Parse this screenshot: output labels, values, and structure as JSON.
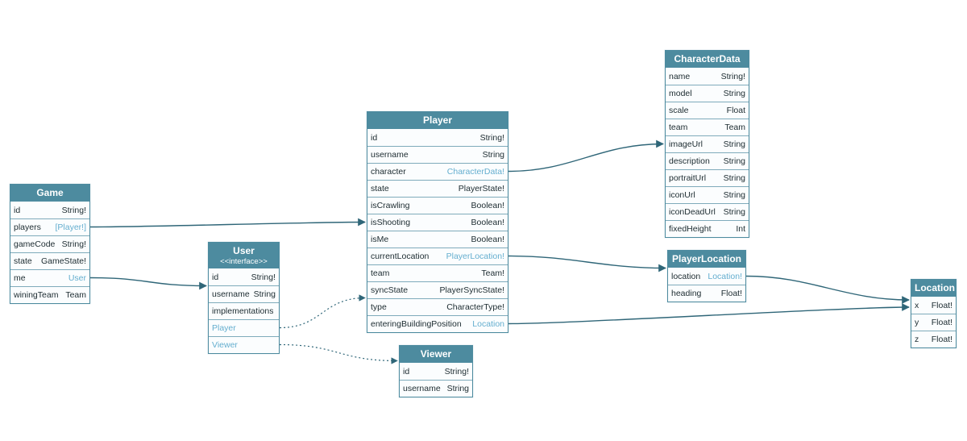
{
  "diagram": {
    "colors": {
      "header_bg": "#4d8b9f",
      "header_text": "#ffffff",
      "row_bg": "#fbfdfe",
      "row_border": "#7fabbb",
      "field_text": "#1c2b30",
      "link_text": "#64aecf",
      "arrow": "#2f6678",
      "canvas_bg": "#ffffff"
    },
    "tables": [
      {
        "title": "Game",
        "subtitle": null,
        "rows": [
          {
            "name": "id",
            "type": "String!",
            "link": false
          },
          {
            "name": "players",
            "type": "[Player!]",
            "link": true
          },
          {
            "name": "gameCode",
            "type": "String!",
            "link": false
          },
          {
            "name": "state",
            "type": "GameState!",
            "link": false
          },
          {
            "name": "me",
            "type": "User",
            "link": true
          },
          {
            "name": "winingTeam",
            "type": "Team",
            "link": false
          }
        ]
      },
      {
        "title": "User",
        "subtitle": "<<interface>>",
        "rows": [
          {
            "name": "id",
            "type": "String!",
            "link": false
          },
          {
            "name": "username",
            "type": "String",
            "link": false
          },
          {
            "name": "implementations",
            "type": null,
            "link": false,
            "name_link": false
          },
          {
            "name": "Player",
            "type": null,
            "link": false,
            "name_link": true
          },
          {
            "name": "Viewer",
            "type": null,
            "link": false,
            "name_link": true
          }
        ]
      },
      {
        "title": "Player",
        "subtitle": null,
        "rows": [
          {
            "name": "id",
            "type": "String!",
            "link": false
          },
          {
            "name": "username",
            "type": "String",
            "link": false
          },
          {
            "name": "character",
            "type": "CharacterData!",
            "link": true
          },
          {
            "name": "state",
            "type": "PlayerState!",
            "link": false
          },
          {
            "name": "isCrawling",
            "type": "Boolean!",
            "link": false
          },
          {
            "name": "isShooting",
            "type": "Boolean!",
            "link": false
          },
          {
            "name": "isMe",
            "type": "Boolean!",
            "link": false
          },
          {
            "name": "currentLocation",
            "type": "PlayerLocation!",
            "link": true
          },
          {
            "name": "team",
            "type": "Team!",
            "link": false
          },
          {
            "name": "syncState",
            "type": "PlayerSyncState!",
            "link": false
          },
          {
            "name": "type",
            "type": "CharacterType!",
            "link": false
          },
          {
            "name": "enteringBuildingPosition",
            "type": "Location",
            "link": true
          }
        ]
      },
      {
        "title": "Viewer",
        "subtitle": null,
        "rows": [
          {
            "name": "id",
            "type": "String!",
            "link": false
          },
          {
            "name": "username",
            "type": "String",
            "link": false
          }
        ]
      },
      {
        "title": "CharacterData",
        "subtitle": null,
        "rows": [
          {
            "name": "name",
            "type": "String!",
            "link": false
          },
          {
            "name": "model",
            "type": "String",
            "link": false
          },
          {
            "name": "scale",
            "type": "Float",
            "link": false
          },
          {
            "name": "team",
            "type": "Team",
            "link": false
          },
          {
            "name": "imageUrl",
            "type": "String",
            "link": false
          },
          {
            "name": "description",
            "type": "String",
            "link": false
          },
          {
            "name": "portraitUrl",
            "type": "String",
            "link": false
          },
          {
            "name": "iconUrl",
            "type": "String",
            "link": false
          },
          {
            "name": "iconDeadUrl",
            "type": "String",
            "link": false
          },
          {
            "name": "fixedHeight",
            "type": "Int",
            "link": false
          }
        ]
      },
      {
        "title": "PlayerLocation",
        "subtitle": null,
        "rows": [
          {
            "name": "location",
            "type": "Location!",
            "link": true
          },
          {
            "name": "heading",
            "type": "Float!",
            "link": false
          }
        ]
      },
      {
        "title": "Location",
        "subtitle": null,
        "rows": [
          {
            "name": "x",
            "type": "Float!",
            "link": false
          },
          {
            "name": "y",
            "type": "Float!",
            "link": false
          },
          {
            "name": "z",
            "type": "Float!",
            "link": false
          }
        ]
      }
    ],
    "connections": [
      {
        "from_table": "Game",
        "from_field": "players",
        "to_table": "Player",
        "style": "solid"
      },
      {
        "from_table": "Game",
        "from_field": "me",
        "to_table": "User",
        "style": "solid"
      },
      {
        "from_table": "Player",
        "from_field": "character",
        "to_table": "CharacterData",
        "style": "solid"
      },
      {
        "from_table": "Player",
        "from_field": "currentLocation",
        "to_table": "PlayerLocation",
        "style": "solid"
      },
      {
        "from_table": "Player",
        "from_field": "enteringBuildingPosition",
        "to_table": "Location",
        "style": "solid"
      },
      {
        "from_table": "PlayerLocation",
        "from_field": "location",
        "to_table": "Location",
        "style": "solid"
      },
      {
        "from_table": "User",
        "from_field": "Player",
        "to_table": "Player",
        "style": "dotted"
      },
      {
        "from_table": "User",
        "from_field": "Viewer",
        "to_table": "Viewer",
        "style": "dotted"
      }
    ]
  }
}
